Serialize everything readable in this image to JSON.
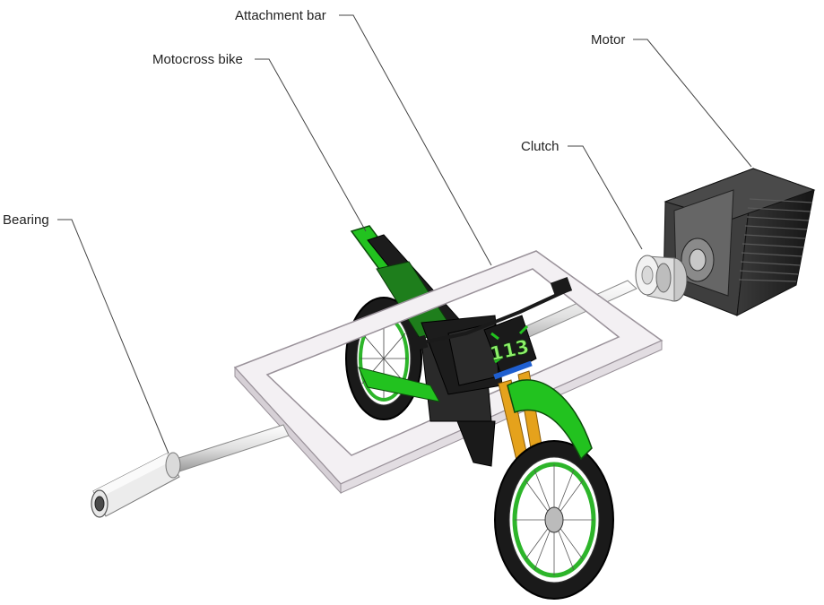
{
  "labels": {
    "attachment_bar": "Attachment bar",
    "motocross_bike": "Motocross bike",
    "motor": "Motor",
    "clutch": "Clutch",
    "bearing": "Bearing"
  },
  "bike_number": "113",
  "colors": {
    "bike_green": "#22c21f",
    "bike_dark": "#1c1c1c",
    "fork_orange": "#e5a21c",
    "frame_fill": "#f3f0f3",
    "frame_edge": "#9a929a",
    "motor_body": "#2a2a2a",
    "shaft": "#dcdcdc",
    "leader": "#444444"
  }
}
